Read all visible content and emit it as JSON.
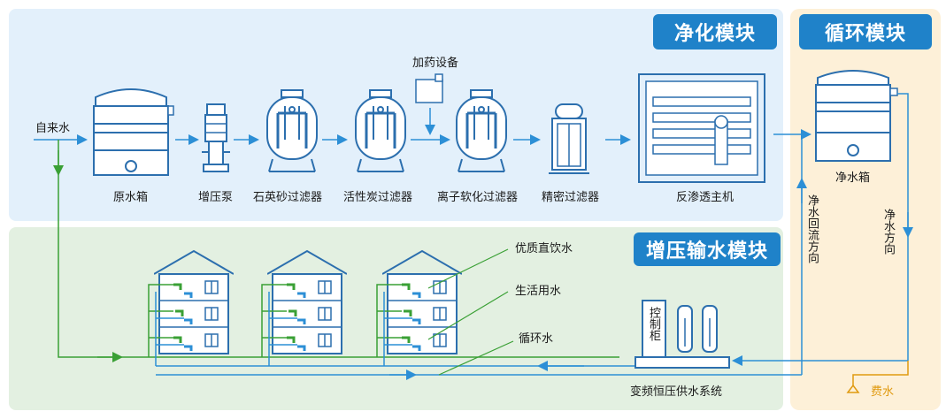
{
  "modules": {
    "purify": "净化模块",
    "cycle": "循环模块",
    "boost": "增压输水模块"
  },
  "labels": {
    "tap_water": "自来水",
    "raw_tank": "原水箱",
    "booster_pump": "增压泵",
    "quartz_filter": "石英砂过滤器",
    "carbon_filter": "活性炭过滤器",
    "softener": "离子软化过滤器",
    "precision_filter": "精密过滤器",
    "dosing": "加药设备",
    "ro_host": "反渗透主机",
    "clean_tank": "净水箱",
    "clean_return": "净水回流方向",
    "clean_direction": "净水方向",
    "waste_water": "费水",
    "premium_water": "优质直饮水",
    "domestic_water": "生活用水",
    "circulation_water": "循环水",
    "control_cabinet": "控制柜",
    "supply_system": "变频恒压供水系统"
  },
  "colors": {
    "panel_purify": "#e3f0fb",
    "panel_boost": "#e3f0e1",
    "panel_cycle": "#fdf0d8",
    "badge": "#1f82c9",
    "pipe_blue": "#2c8fd6",
    "pipe_green": "#3aa035",
    "waste": "#e09a10",
    "equipment_stroke": "#2c6fae"
  }
}
